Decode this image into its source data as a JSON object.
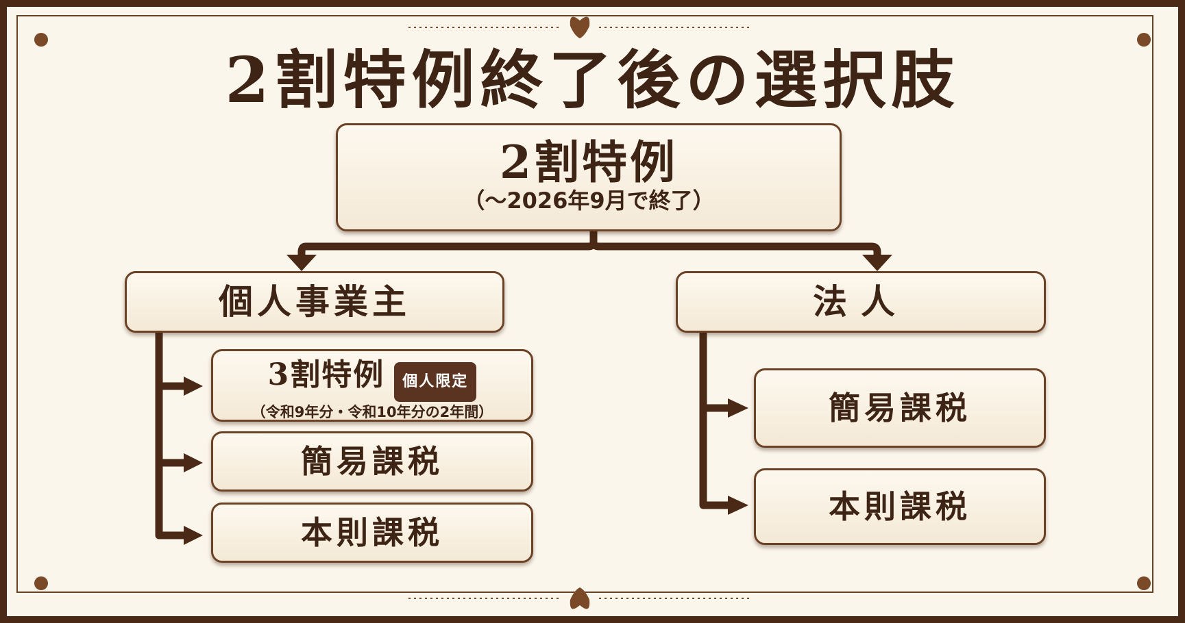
{
  "title": "2割特例終了後の選択肢",
  "root": {
    "label": "2割特例",
    "note": "（〜2026年9月で終了）"
  },
  "left": {
    "label": "個人事業主",
    "items": [
      {
        "label": "3割特例",
        "badge": "個人限定",
        "note": "（令和9年分・令和10年分の2年間）"
      },
      {
        "label": "簡易課税"
      },
      {
        "label": "本則課税"
      }
    ]
  },
  "right": {
    "label": "法人",
    "items": [
      {
        "label": "簡易課税"
      },
      {
        "label": "本則課税"
      }
    ]
  },
  "colors": {
    "frame": "#4a2a16",
    "background": "#fbf6ec",
    "line": "#4a2a16",
    "text": "#3e2414",
    "badge": "#5a3420"
  }
}
